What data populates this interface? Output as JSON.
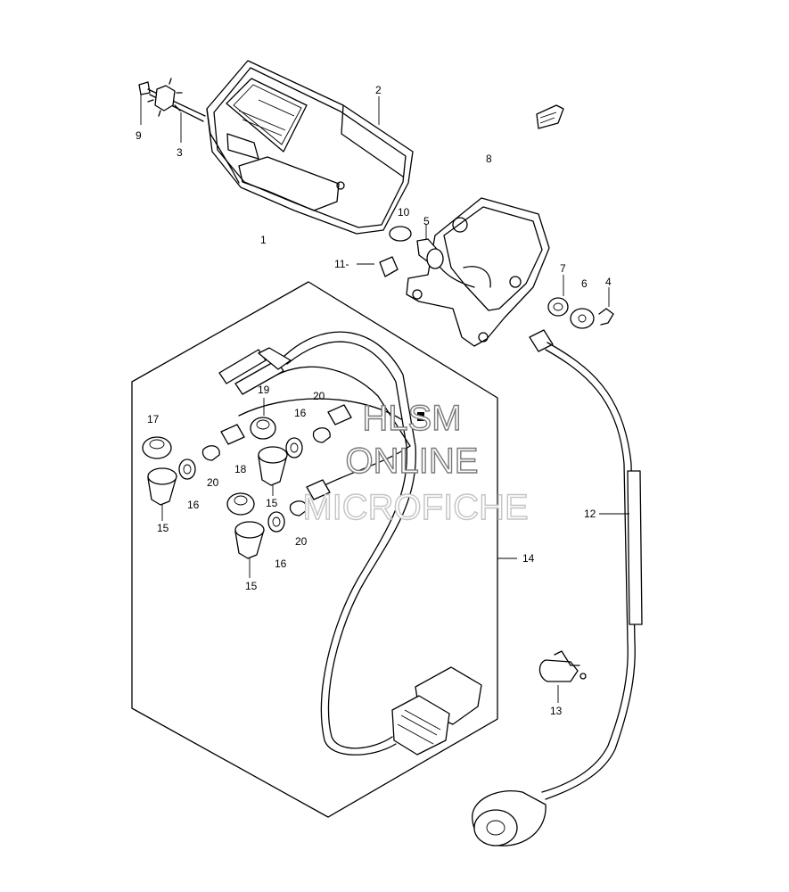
{
  "labels": {
    "p1": "1",
    "p2": "2",
    "p3": "3",
    "p4": "4",
    "p5": "5",
    "p6": "6",
    "p7": "7",
    "p8": "8",
    "p9": "9",
    "p10": "10",
    "p11": "11-",
    "p12": "12",
    "p13": "13",
    "p14": "14",
    "p15a": "15",
    "p15b": "15",
    "p15c": "15",
    "p16a": "16",
    "p16b": "16",
    "p16c": "16",
    "p17": "17",
    "p18": "18",
    "p19": "19",
    "p20a": "20",
    "p20b": "20",
    "p20c": "20"
  },
  "watermark": {
    "line1": "HLSM",
    "line2": "ONLINE",
    "line3": "MICROFICHE"
  }
}
